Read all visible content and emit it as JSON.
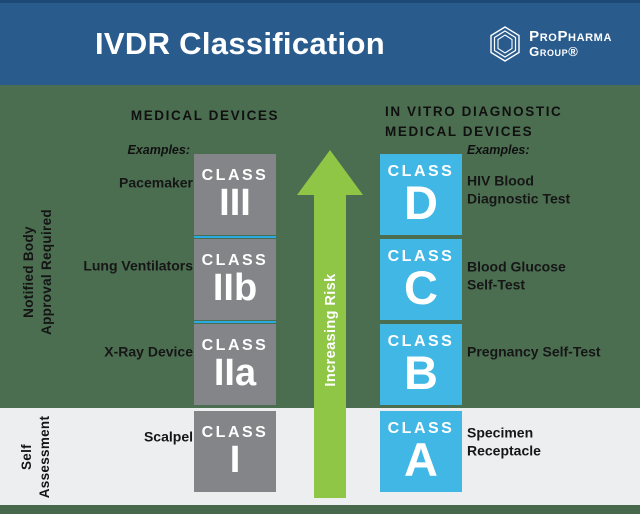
{
  "header": {
    "title": "IVDR Classification",
    "logo_line1": "ProPharma",
    "logo_line2": "Group®"
  },
  "sidebar": {
    "notified_body_label": "Notified Body\nApproval Required",
    "self_assessment_label": "Self\nAssessment"
  },
  "left_column": {
    "heading": "MEDICAL DEVICES",
    "examples_label": "Examples:"
  },
  "right_column": {
    "heading": "IN VITRO DIAGNOSTIC\nMEDICAL DEVICES",
    "examples_label": "Examples:"
  },
  "arrow": {
    "label": "Increasing Risk"
  },
  "class_word": "CLASS",
  "rows": [
    {
      "md_example": "Pacemaker",
      "md_class": "III",
      "ivd_class": "D",
      "ivd_example": "HIV Blood\nDiagnostic Test"
    },
    {
      "md_example": "Lung Ventilators",
      "md_class": "IIb",
      "ivd_class": "C",
      "ivd_example": "Blood Glucose\nSelf-Test"
    },
    {
      "md_example": "X-Ray Device",
      "md_class": "IIa",
      "ivd_class": "B",
      "ivd_example": "Pregnancy Self-Test"
    },
    {
      "md_example": "Scalpel",
      "md_class": "I",
      "ivd_class": "A",
      "ivd_example": "Specimen\nReceptacle"
    }
  ],
  "colors": {
    "header_blue": "#2a5b8d",
    "header_top_line": "#1d4976",
    "band_green": "#4b6e51",
    "band_light": "#edeef0",
    "footer_green": "#47684b",
    "gray_box": "#838588",
    "blue_box": "#41b7e5",
    "separator_blue": "#29abe2",
    "arrow_green": "#8fc645",
    "text_dark": "#161616",
    "text_white": "#ffffff"
  }
}
